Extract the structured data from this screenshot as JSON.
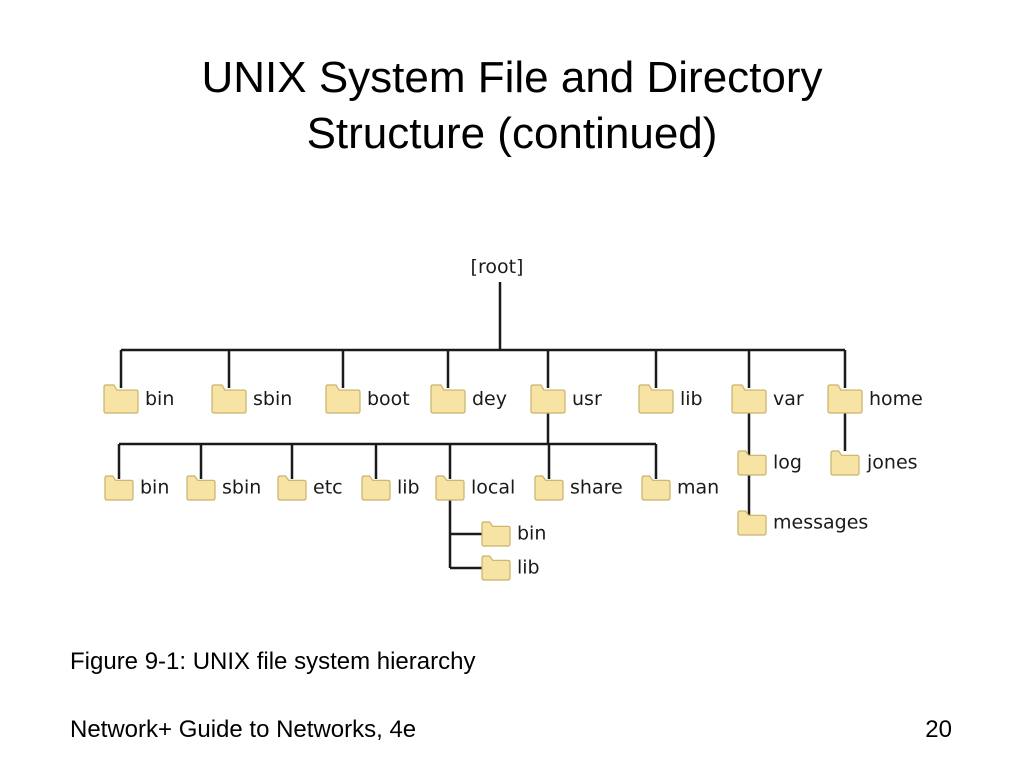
{
  "slide": {
    "title_line1": "UNIX System File and Directory",
    "title_line2": "Structure (continued)",
    "caption": "Figure 9-1: UNIX file system hierarchy",
    "footer": "Network+ Guide to Networks, 4e",
    "page_number": "20"
  },
  "folder_color": "#f7e3a3",
  "folder_stroke": "#c9b26a",
  "tree": {
    "root": "[root]",
    "top_level": [
      "bin",
      "sbin",
      "boot",
      "dey",
      "usr",
      "lib",
      "var",
      "home"
    ],
    "usr_children": [
      "bin",
      "sbin",
      "etc",
      "lib",
      "local",
      "share",
      "man"
    ],
    "local_children": [
      "bin",
      "lib"
    ],
    "var_children": [
      "log",
      "messages"
    ],
    "home_children": [
      "jones"
    ]
  }
}
